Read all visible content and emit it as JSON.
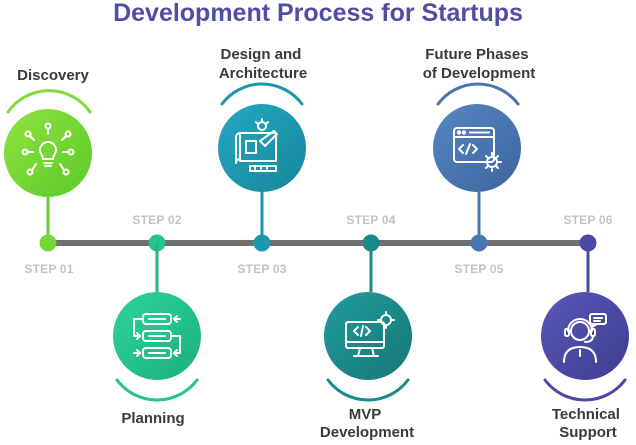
{
  "title": "Development Process for Startups",
  "steps": [
    {
      "step": "STEP 01",
      "name": [
        "Discovery"
      ],
      "color": "#74d633",
      "icon": "lightbulb-network-icon"
    },
    {
      "step": "STEP 02",
      "name": [
        "Planning"
      ],
      "color": "#27c38c",
      "icon": "workflow-icon"
    },
    {
      "step": "STEP 03",
      "name": [
        "Design and",
        "Architecture"
      ],
      "color": "#1b97ae",
      "icon": "blueprint-design-icon"
    },
    {
      "step": "STEP 04",
      "name": [
        "MVP",
        "Development"
      ],
      "color": "#1a8a8a",
      "icon": "monitor-code-icon"
    },
    {
      "step": "STEP 05",
      "name": [
        "Future Phases",
        "of Development"
      ],
      "color": "#4a76b0",
      "icon": "code-window-gear-icon"
    },
    {
      "step": "STEP 06",
      "name": [
        "Technical",
        "Support"
      ],
      "color": "#4b4aa3",
      "icon": "support-agent-icon"
    }
  ]
}
